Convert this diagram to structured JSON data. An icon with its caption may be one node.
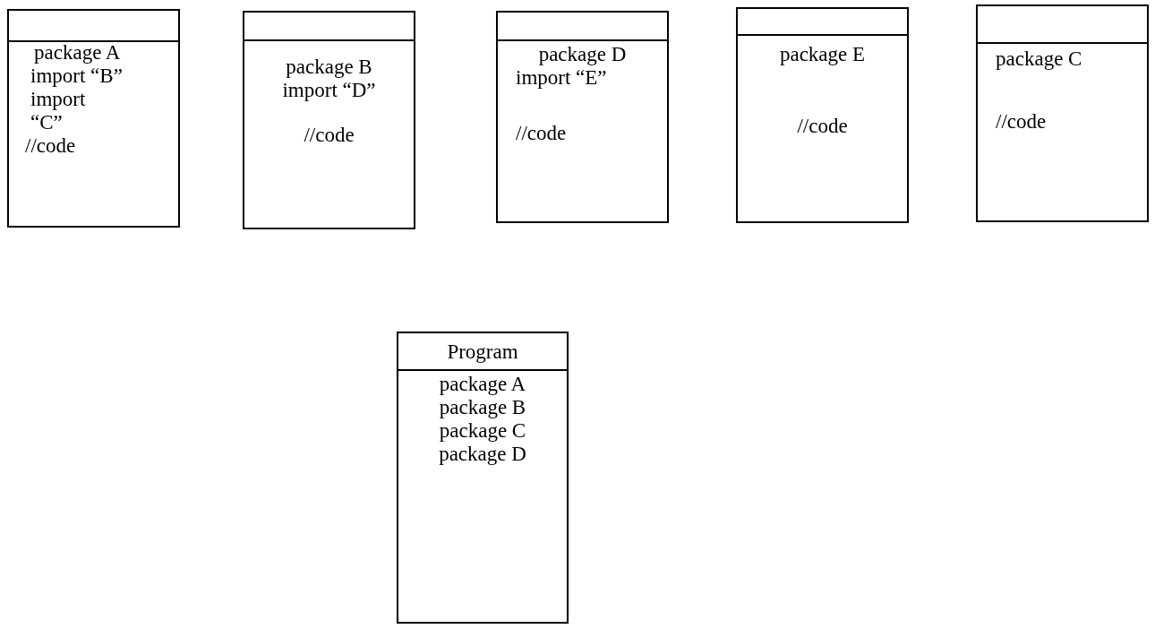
{
  "diagram": {
    "nodes": [
      {
        "text": [
          "package A",
          "import “B”",
          "import “C”",
          "//code"
        ]
      },
      {
        "text": [
          "package B",
          "import “D”",
          "//code"
        ]
      },
      {
        "text": [
          "package D",
          "import “E”",
          "//code"
        ]
      },
      {
        "text": [
          "package E",
          "//code"
        ]
      },
      {
        "text": [
          "package C",
          "//code"
        ]
      },
      {
        "text": [
          "Program",
          "package A",
          "package B",
          "package C",
          "package D"
        ]
      }
    ]
  }
}
